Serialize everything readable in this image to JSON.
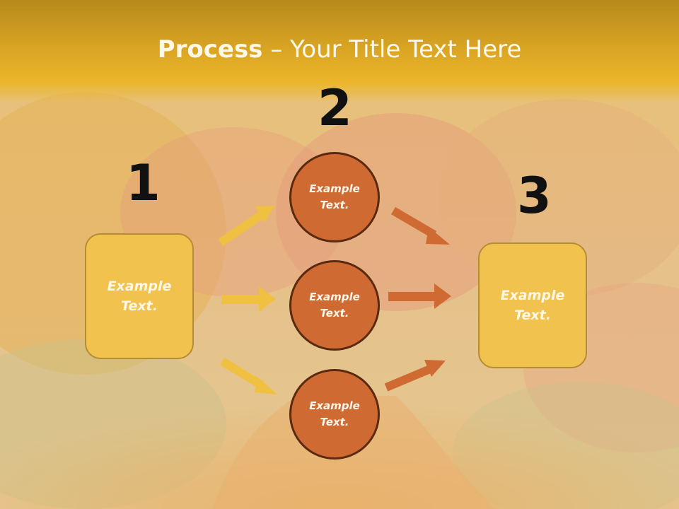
{
  "title": {
    "bold": "Process",
    "rest": " – Your Title Text Here"
  },
  "steps": {
    "one": "1",
    "two": "2",
    "three": "3"
  },
  "left_box": {
    "text": "Example\nText."
  },
  "right_box": {
    "text": "Example\nText."
  },
  "circles": [
    {
      "text": "Example\nText."
    },
    {
      "text": "Example\nText."
    },
    {
      "text": "Example\nText."
    }
  ],
  "colors": {
    "box_fill": "#f2c24e",
    "circle_fill": "#cf6a32",
    "arrow_yellow": "#f0c040",
    "arrow_orange": "#cf6a32"
  }
}
